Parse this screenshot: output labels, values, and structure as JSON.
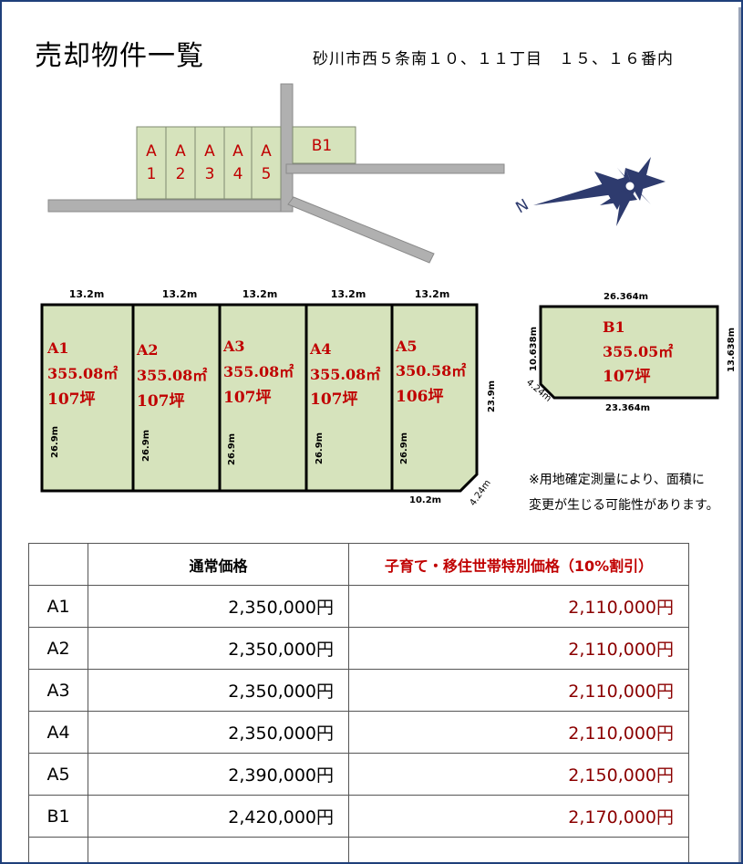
{
  "title": "売却物件一覧",
  "address": "砂川市西５条南１０、１１丁目　１５、１６番内",
  "map": {
    "lots": [
      {
        "label_top": "A",
        "label_bottom": "1"
      },
      {
        "label_top": "A",
        "label_bottom": "2"
      },
      {
        "label_top": "A",
        "label_bottom": "3"
      },
      {
        "label_top": "A",
        "label_bottom": "4"
      },
      {
        "label_top": "A",
        "label_bottom": "5"
      }
    ],
    "b1_label": "B1",
    "compass_letter": "N"
  },
  "plans": {
    "a": [
      {
        "lot": "A1",
        "area": "355.08㎡",
        "tsubo": "107坪",
        "top_width": "13.2m",
        "depth": "26.9m"
      },
      {
        "lot": "A2",
        "area": "355.08㎡",
        "tsubo": "107坪",
        "top_width": "13.2m",
        "depth": "26.9m"
      },
      {
        "lot": "A3",
        "area": "355.08㎡",
        "tsubo": "107坪",
        "top_width": "13.2m",
        "depth": "26.9m"
      },
      {
        "lot": "A4",
        "area": "355.08㎡",
        "tsubo": "107坪",
        "top_width": "13.2m",
        "depth": "26.9m"
      },
      {
        "lot": "A5",
        "area": "350.58㎡",
        "tsubo": "106坪",
        "top_width": "13.2m",
        "depth": "26.9m"
      }
    ],
    "a5_right": "23.9m",
    "a5_bottom": "10.2m",
    "a5_corner": "4.24m",
    "b1": {
      "lot": "B1",
      "area": "355.05㎡",
      "tsubo": "107坪",
      "top": "26.364m",
      "bottom": "23.364m",
      "left": "10.638m",
      "right": "13.638m",
      "corner": "4.24m"
    }
  },
  "note": {
    "line1": "※用地確定測量により、面積に",
    "line2": "変更が生じる可能性があります。"
  },
  "table": {
    "header_regular": "通常価格",
    "header_discount": "子育て・移住世帯特別価格（10%割引）",
    "rows": [
      {
        "lot": "A1",
        "regular": "2,350,000円",
        "discount": "2,110,000円"
      },
      {
        "lot": "A2",
        "regular": "2,350,000円",
        "discount": "2,110,000円"
      },
      {
        "lot": "A3",
        "regular": "2,350,000円",
        "discount": "2,110,000円"
      },
      {
        "lot": "A4",
        "regular": "2,350,000円",
        "discount": "2,110,000円"
      },
      {
        "lot": "A5",
        "regular": "2,390,000円",
        "discount": "2,150,000円"
      },
      {
        "lot": "B1",
        "regular": "2,420,000円",
        "discount": "2,170,000円"
      }
    ]
  },
  "colors": {
    "lot_fill": "#d6e3bc",
    "road": "#b0b0b0",
    "lot_text": "#c00000",
    "compass": "#2e3b6e",
    "border": "#1f3f7a"
  }
}
